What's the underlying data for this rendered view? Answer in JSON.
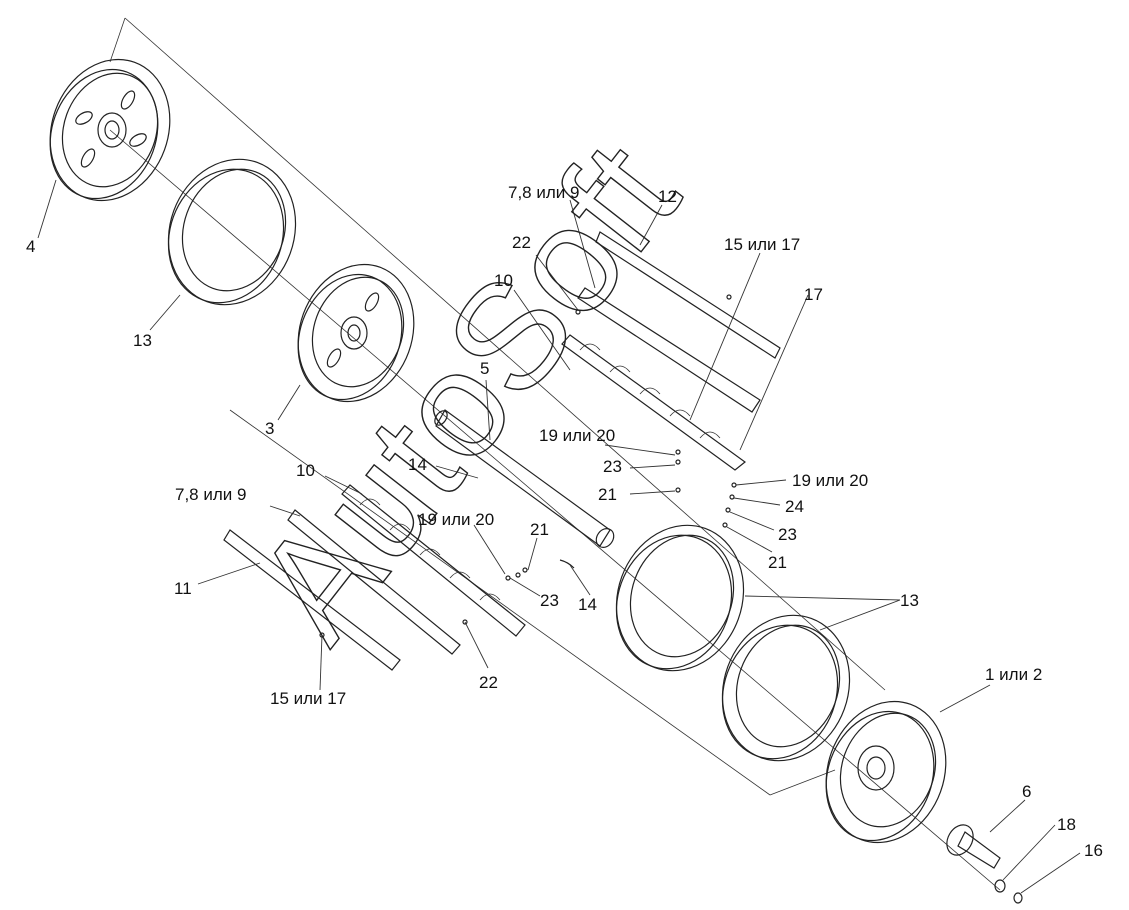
{
  "watermark": "AutoSoft",
  "labels": [
    {
      "id": "l-4",
      "text": "4"
    },
    {
      "id": "l-13a",
      "text": "13"
    },
    {
      "id": "l-3",
      "text": "3"
    },
    {
      "id": "l-5",
      "text": "5"
    },
    {
      "id": "l-789a",
      "text": "7,8 или 9"
    },
    {
      "id": "l-12",
      "text": "12"
    },
    {
      "id": "l-22a",
      "text": "22"
    },
    {
      "id": "l-10a",
      "text": "10"
    },
    {
      "id": "l-1517a",
      "text": "15 или 17"
    },
    {
      "id": "l-17",
      "text": "17"
    },
    {
      "id": "l-1920a",
      "text": "19 или 20"
    },
    {
      "id": "l-23a",
      "text": "23"
    },
    {
      "id": "l-21a",
      "text": "21"
    },
    {
      "id": "l-1920b",
      "text": "19 или 20"
    },
    {
      "id": "l-24",
      "text": "24"
    },
    {
      "id": "l-23b",
      "text": "23"
    },
    {
      "id": "l-21b",
      "text": "21"
    },
    {
      "id": "l-14a",
      "text": "14"
    },
    {
      "id": "l-10b",
      "text": "10"
    },
    {
      "id": "l-789b",
      "text": "7,8 или 9"
    },
    {
      "id": "l-1920c",
      "text": "19 или 20"
    },
    {
      "id": "l-21c",
      "text": "21"
    },
    {
      "id": "l-11",
      "text": "11"
    },
    {
      "id": "l-23c",
      "text": "23"
    },
    {
      "id": "l-14b",
      "text": "14"
    },
    {
      "id": "l-13b",
      "text": "13"
    },
    {
      "id": "l-22b",
      "text": "22"
    },
    {
      "id": "l-1517b",
      "text": "15 или 17"
    },
    {
      "id": "l-12or",
      "text": "1 или 2"
    },
    {
      "id": "l-6",
      "text": "6"
    },
    {
      "id": "l-18",
      "text": "18"
    },
    {
      "id": "l-16",
      "text": "16"
    }
  ]
}
